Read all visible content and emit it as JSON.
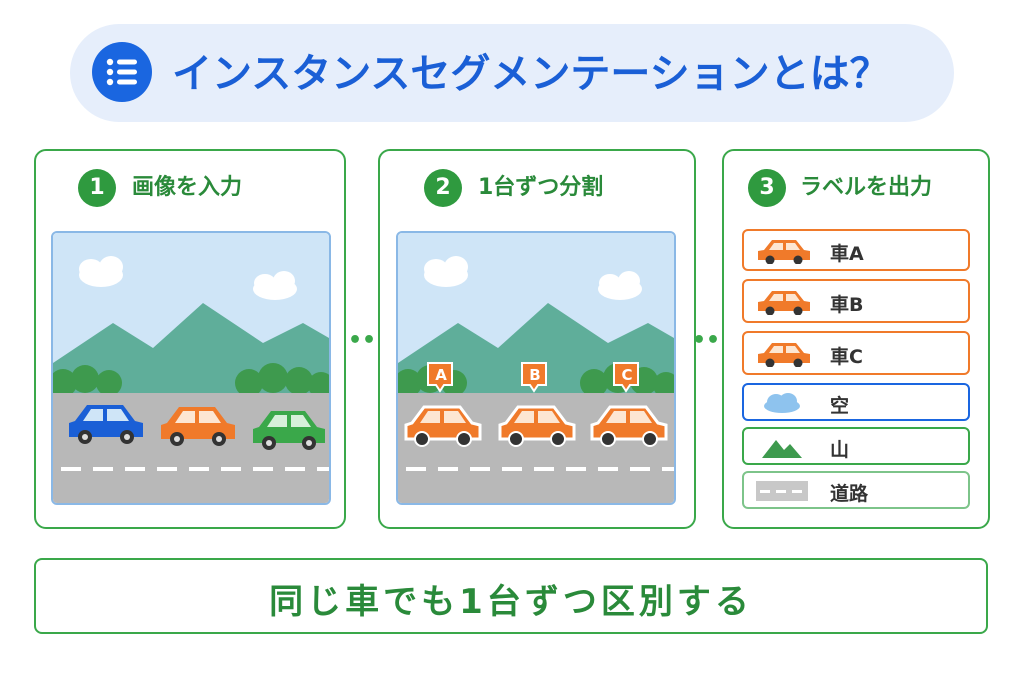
{
  "title": "インスタンスセグメンテーションとは？",
  "title_icon": "list-icon",
  "colors": {
    "primary_blue": "#1a66e0",
    "accent_green": "#3aa84a",
    "car_orange": "#f07a2a",
    "car_blue": "#1a5fd6",
    "car_green": "#3aa84a",
    "sky": "#cfe5f7",
    "mountain": "#5fae9a",
    "road": "#b8b8b8"
  },
  "steps": [
    {
      "number": "1",
      "label": "画像を入力"
    },
    {
      "number": "2",
      "label": "1台ずつ分割"
    },
    {
      "number": "3",
      "label": "ラベルを出力"
    }
  ],
  "arrow_glyph": "•••→",
  "instance_tags": [
    "A",
    "B",
    "C"
  ],
  "labels": [
    {
      "icon": "orange-car-icon",
      "text": "車A",
      "border": "#f07a2a"
    },
    {
      "icon": "orange-car-icon",
      "text": "車B",
      "border": "#f07a2a"
    },
    {
      "icon": "orange-car-icon",
      "text": "車C",
      "border": "#f07a2a"
    },
    {
      "icon": "cloud-icon",
      "text": "空",
      "border": "#1a66e0"
    },
    {
      "icon": "mountain-icon",
      "text": "山",
      "border": "#3aa84a"
    },
    {
      "icon": "road-icon",
      "text": "道路",
      "border": "#7dc48a"
    }
  ],
  "bottom_message": "同じ車でも1台ずつ区別する"
}
